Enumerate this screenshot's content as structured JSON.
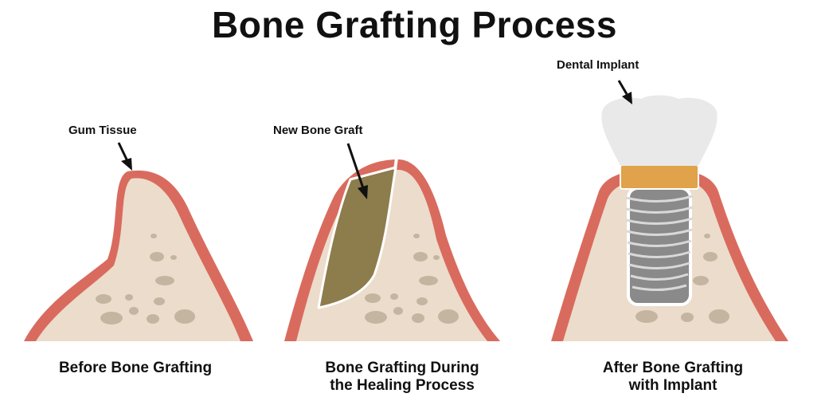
{
  "title": "Bone Grafting Process",
  "callouts": {
    "gum_tissue": "Gum Tissue",
    "new_bone_graft": "New Bone Graft",
    "dental_implant": "Dental Implant"
  },
  "panels": [
    {
      "caption_lines": [
        "Before Bone Grafting"
      ]
    },
    {
      "caption_lines": [
        "Bone Grafting During",
        "the Healing Process"
      ]
    },
    {
      "caption_lines": [
        "After Bone Grafting",
        "with Implant"
      ]
    }
  ],
  "colors": {
    "gum": "#d96b5e",
    "bone": "#ecdccb",
    "bone_spots": "#c4b5a1",
    "graft": "#8d7c4c",
    "crown": "#e9e9e9",
    "abutment": "#e0a24a",
    "implant": "#8a8a8a",
    "text": "#111111"
  }
}
